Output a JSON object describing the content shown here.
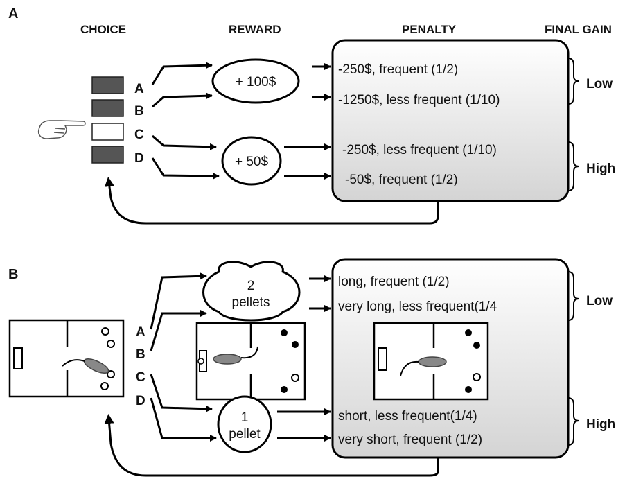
{
  "panel_a": {
    "label": "A",
    "headers": {
      "choice": "CHOICE",
      "reward": "REWARD",
      "penalty": "PENALTY",
      "final_gain": "FINAL GAIN"
    },
    "options": [
      "A",
      "B",
      "C",
      "D"
    ],
    "rewards": [
      "+ 100$",
      "+ 50$"
    ],
    "penalties": [
      "-250$, frequent (1/2)",
      "-1250$, less frequent (1/10)",
      "-250$, less frequent (1/10)",
      "-50$, frequent (1/2)"
    ],
    "gains": [
      "Low",
      "High"
    ]
  },
  "panel_b": {
    "label": "B",
    "options": [
      "A",
      "B",
      "C",
      "D"
    ],
    "reward_high": [
      "2",
      "pellets"
    ],
    "reward_low": [
      "1",
      "pellet"
    ],
    "penalties": [
      "long, frequent (1/2)",
      "very long, less  frequent(1/4",
      "short, less frequent(1/4)",
      "very short, frequent (1/2)"
    ],
    "gains": [
      "Low",
      "High"
    ]
  },
  "colors": {
    "dark_box": "#555555",
    "penalty_fill_start": "#ffffff",
    "penalty_fill_end": "#d4d4d4"
  }
}
